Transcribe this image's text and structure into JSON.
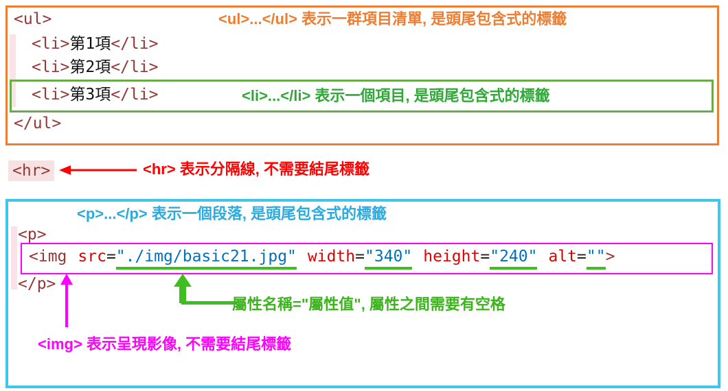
{
  "ul_box": {
    "open_tag": "<ul>",
    "close_tag": "</ul>",
    "items": [
      {
        "open": "<li>",
        "text": "第1項",
        "close": "</li>"
      },
      {
        "open": "<li>",
        "text": "第2項",
        "close": "</li>"
      },
      {
        "open": "<li>",
        "text": "第3項",
        "close": "</li>"
      }
    ],
    "ul_annotation": "<ul>...</ul> 表示一群項目清單, 是頭尾包含式的標籤",
    "li_annotation": "<li>...</li> 表示一個項目, 是頭尾包含式的標籤"
  },
  "hr_row": {
    "code": "<hr>",
    "annotation": "<hr> 表示分隔線, 不需要結尾標籤"
  },
  "p_box": {
    "p_annotation": "<p>...</p> 表示一個段落, 是頭尾包含式的標籤",
    "p_open": "<p>",
    "p_close": "</p>",
    "img_code": {
      "tag_open": "<img",
      "equals": "=",
      "attr_src_name": "src",
      "attr_src_value": "\"./img/basic21.jpg\"",
      "attr_width_name": "width",
      "attr_width_value": "\"340\"",
      "attr_height_name": "height",
      "attr_height_value": "\"240\"",
      "attr_alt_name": "alt",
      "attr_alt_value": "\"\"",
      "tag_close": ">"
    },
    "attr_annotation": "屬性名稱=\"屬性值\", 屬性之間需要有空格",
    "img_annotation": "<img> 表示呈現影像, 不需要結尾標籤"
  },
  "icons": {
    "hr_pointer": "left-arrow-icon",
    "img_pointer": "up-arrow-icon",
    "attr_pointer": "up-elbow-arrow-icon"
  },
  "colors": {
    "orange_box": "#ED7D31",
    "green_box": "#68AC47",
    "green_annotation": "#2EA836",
    "red": "#FF0000",
    "cyan_box": "#3FC6EC",
    "cyan_annotation": "#2BAADF",
    "magenta": "#FF00FF",
    "bright_green": "#3FBF1F",
    "tag_color": "#953735",
    "attr_name_color": "#E00000",
    "attr_value_color": "#0070C0"
  }
}
